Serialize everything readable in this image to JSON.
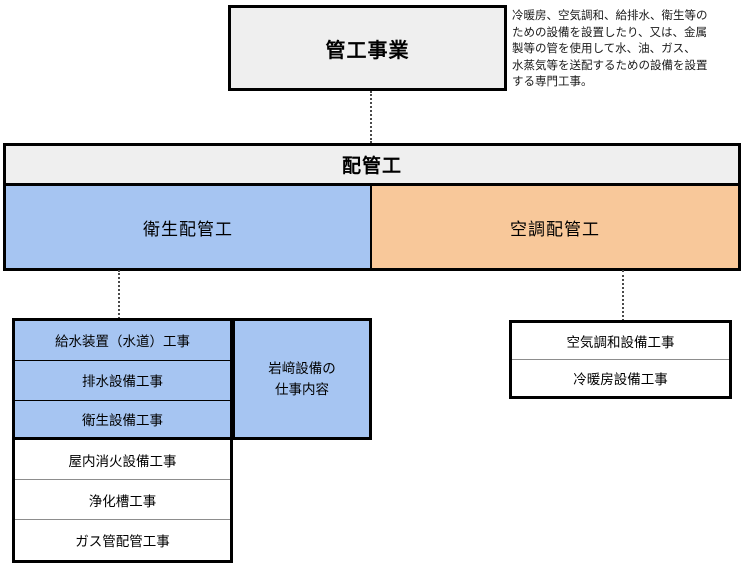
{
  "diagram": {
    "root": {
      "title": "管工事業",
      "description": "冷暖房、空気調和、給排水、衛生等の\nための設備を設置したり、又は、金属\n製等の管を使用して水、油、ガス、\n水蒸気等を送配するための設備を設置\nする専門工事。"
    },
    "level2": {
      "header": "配管工",
      "branches": [
        {
          "label": "衛生配管工",
          "color": "#a6c5f2"
        },
        {
          "label": "空調配管工",
          "color": "#f8c89a"
        }
      ]
    },
    "sanitary_works": [
      {
        "label": "給水装置（水道）工事",
        "highlighted": true
      },
      {
        "label": "排水設備工事",
        "highlighted": true
      },
      {
        "label": "衛生設備工事",
        "highlighted": true
      },
      {
        "label": "屋内消火設備工事",
        "highlighted": false
      },
      {
        "label": "浄化槽工事",
        "highlighted": false
      },
      {
        "label": "ガス管配管工事",
        "highlighted": false
      }
    ],
    "work_scope": {
      "label": "岩﨑設備の\n仕事内容"
    },
    "hvac_works": [
      {
        "label": "空気調和設備工事"
      },
      {
        "label": "冷暖房設備工事"
      }
    ]
  }
}
